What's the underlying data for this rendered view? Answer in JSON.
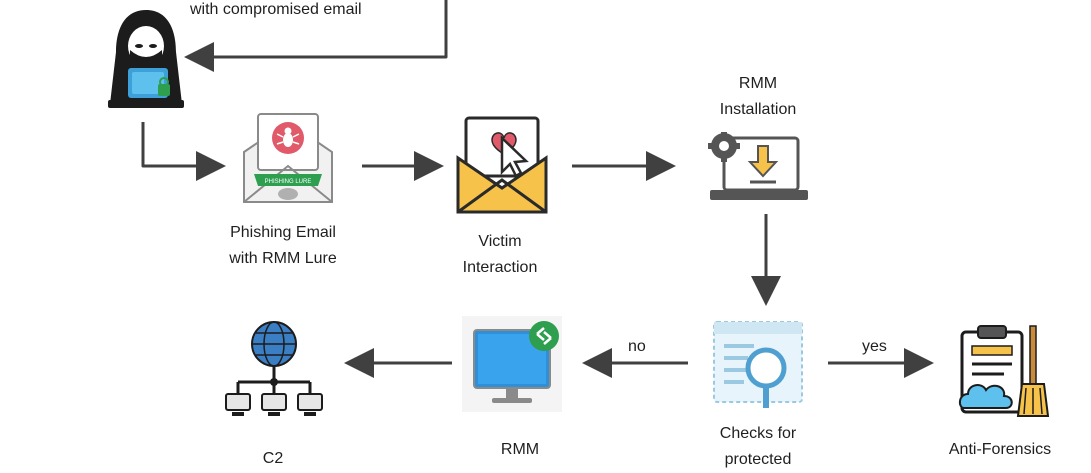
{
  "top_label": "with compromised email",
  "nodes": {
    "phishing": [
      "Phishing Email",
      "with RMM Lure"
    ],
    "victim": [
      "Victim",
      "Interaction"
    ],
    "install": [
      "RMM",
      "Installation"
    ],
    "checks": [
      "Checks for",
      "protected"
    ],
    "rmm": [
      "RMM"
    ],
    "c2": [
      "C2"
    ],
    "anti": [
      "Anti-Forensics"
    ]
  },
  "edge_labels": {
    "no": "no",
    "yes": "yes"
  },
  "lure_banner": "PHISHING LURE",
  "colors": {
    "arrow": "#404040",
    "envelope_yellow": "#f7c24a",
    "monitor_blue": "#2f8fd8",
    "globe_blue": "#3a7fc4",
    "accent_green": "#2e9e4f",
    "bug_red": "#e05a6a"
  }
}
